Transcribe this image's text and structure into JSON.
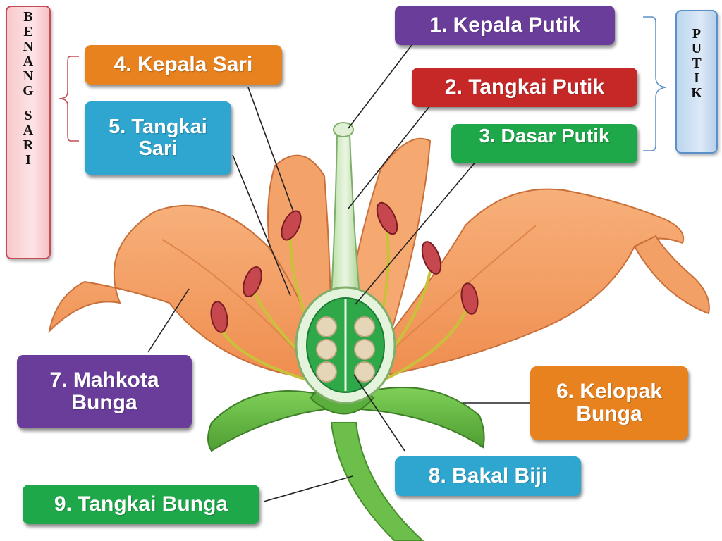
{
  "sidebar_left": {
    "letters": [
      "B",
      "E",
      "N",
      "A",
      "N",
      "G",
      "",
      "S",
      "A",
      "R",
      "I"
    ]
  },
  "sidebar_right": {
    "letters": [
      "P",
      "U",
      "T",
      "I",
      "K"
    ]
  },
  "labels": {
    "kepala_putik": "1. Kepala Putik",
    "tangkai_putik": "2. Tangkai Putik",
    "dasar_putik": "3. Dasar Putik",
    "kepala_sari": "4. Kepala Sari",
    "tangkai_sari": "5. Tangkai Sari",
    "kelopak_bunga": "6. Kelopak Bunga",
    "mahkota_bunga": "7. Mahkota Bunga",
    "bakal_biji": "8. Bakal Biji",
    "tangkai_bunga": "9. Tangkai Bunga"
  },
  "colors": {
    "purple": "#6a3d9a",
    "orange": "#e8821f",
    "red": "#c62828",
    "green": "#1fa84a",
    "blue": "#2ea6cf",
    "petal": "#f4a468",
    "leaf": "#6cbf4a"
  }
}
